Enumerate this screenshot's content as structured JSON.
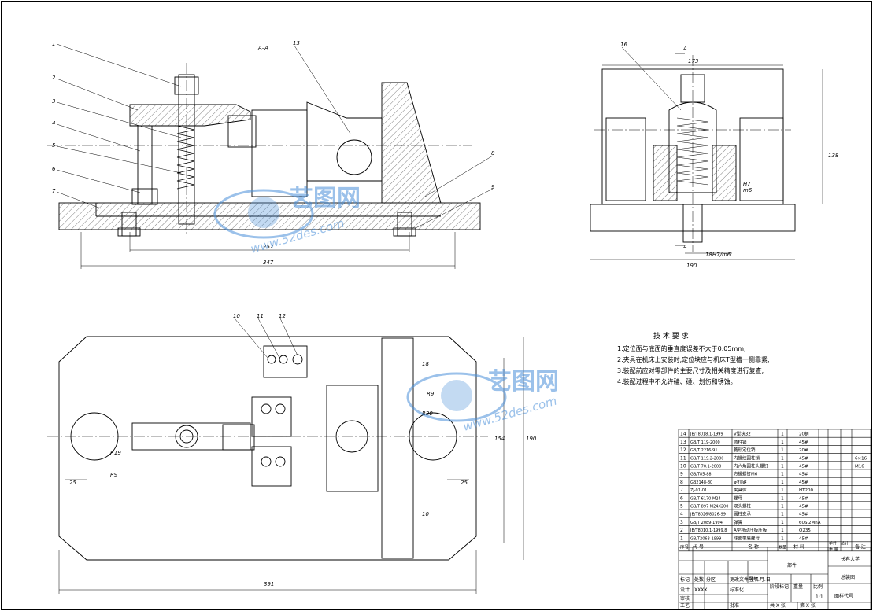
{
  "views": {
    "section_label": "A–A",
    "arrow_label": "A",
    "part_labels": [
      "1",
      "2",
      "3",
      "4",
      "5",
      "6",
      "7",
      "13",
      "8",
      "9",
      "16",
      "10",
      "11",
      "12"
    ]
  },
  "dimensions": {
    "d257": "257",
    "d347": "347",
    "d173": "173",
    "d138": "138",
    "d190": "190",
    "fit1": "18H7/m6",
    "fit2a": "H7",
    "fit2b": "m6",
    "d391": "391",
    "d190b": "190",
    "d154": "154",
    "r19": "R19",
    "r9a": "R9",
    "r9b": "R9",
    "r20": "R20",
    "d25a": "25",
    "d25b": "25",
    "d18": "18",
    "d10": "10"
  },
  "tech_req": {
    "title": "技 术 要 求",
    "lines": [
      "1.定位面与底面的垂直度误差不大于0.05mm;",
      "2.夹具在机床上安装时,定位块应与机床T型槽一侧靠紧;",
      "3.装配前应对零部件的主要尺寸及相关精度进行复查;",
      "4.装配过程中不允许磕、碰、划伤和锈蚀。"
    ]
  },
  "watermark": {
    "brand": "艺图网",
    "url": "www.52des.com"
  },
  "bom": {
    "rows": [
      {
        "no": "14",
        "std": "JB/T8018.1-1999",
        "name": "V型块32",
        "qty": "1",
        "mat": "20钢",
        "note": ""
      },
      {
        "no": "13",
        "std": "GB/T 119-2000",
        "name": "圆柱销",
        "qty": "1",
        "mat": "45#",
        "note": ""
      },
      {
        "no": "12",
        "std": "GB/T 2216-91",
        "name": "菱形定位销",
        "qty": "1",
        "mat": "20#",
        "note": ""
      },
      {
        "no": "11",
        "std": "GB/T 119.2-2000",
        "name": "内螺纹圆柱销",
        "qty": "1",
        "mat": "45#",
        "note": "6×16"
      },
      {
        "no": "10",
        "std": "GB/T 70.1-2000",
        "name": "内六角圆柱头螺钉",
        "qty": "1",
        "mat": "45#",
        "note": "M16"
      },
      {
        "no": "9",
        "std": "GB/T85-88",
        "name": "方螺螺钉M6",
        "qty": "1",
        "mat": "45#",
        "note": ""
      },
      {
        "no": "8",
        "std": "GB2148-80",
        "name": "定位键",
        "qty": "1",
        "mat": "45#",
        "note": ""
      },
      {
        "no": "7",
        "std": "ZJ-01-01",
        "name": "夹具体",
        "qty": "1",
        "mat": "HT200",
        "note": ""
      },
      {
        "no": "6",
        "std": "GB/T 6170 M24",
        "name": "螺母",
        "qty": "1",
        "mat": "45#",
        "note": ""
      },
      {
        "no": "5",
        "std": "GB/T 897 M24X200",
        "name": "双头螺柱",
        "qty": "1",
        "mat": "45#",
        "note": ""
      },
      {
        "no": "4",
        "std": "JB/T8026/8026-99",
        "name": "圆柱支承",
        "qty": "1",
        "mat": "45#",
        "note": ""
      },
      {
        "no": "3",
        "std": "GB/T 2089-1994",
        "name": "弹簧",
        "qty": "1",
        "mat": "60Si2MnA",
        "note": ""
      },
      {
        "no": "2",
        "std": "JB/T8010.1-1999.8",
        "name": "A型移动压板压板",
        "qty": "1",
        "mat": "Q235",
        "note": ""
      },
      {
        "no": "1",
        "std": "GB/T2063-1999",
        "name": "球面带肩螺母",
        "qty": "1",
        "mat": "45#",
        "note": ""
      }
    ],
    "header": {
      "no": "序号",
      "code": "代 号",
      "name": "名 称",
      "qty": "数量",
      "mat": "材 料",
      "single": "单件",
      "total": "总计",
      "weight": "重 量",
      "note": "备 注"
    }
  },
  "title_block": {
    "part_name": "部件",
    "university": "长春大学",
    "drawing_type": "总装图",
    "mark": "标记",
    "count": "处数",
    "zone": "分区",
    "change_doc": "更改文件号",
    "sign": "签名",
    "date": "年.月.日",
    "design": "设计",
    "design_name": "XXXX",
    "standardize": "标准化",
    "stage_mark": "阶段标记",
    "weight": "重量",
    "scale": "比例",
    "scale_value": "1:1",
    "review": "审核",
    "process": "工艺",
    "approve": "批准",
    "total_sheets": "共 X 张",
    "sheet_no": "第 X 张",
    "drawing_code": "图样代号"
  }
}
